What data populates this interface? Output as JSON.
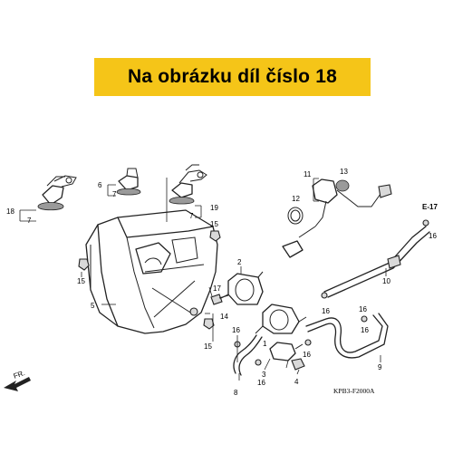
{
  "banner": {
    "text": "Na obrázku díl číslo 18",
    "background": "#f5c518"
  },
  "diagram_code": "KPB3-F2000A",
  "section_ref": "E-17",
  "front_marker": "FR.",
  "callouts": {
    "c1": "1",
    "c2": "2",
    "c3": "3",
    "c4": "4",
    "c5": "5",
    "c6": "6",
    "c7a": "7",
    "c7b": "7",
    "c7c": "7",
    "c8": "8",
    "c9": "9",
    "c10": "10",
    "c11": "11",
    "c12": "12",
    "c13": "13",
    "c14": "14",
    "c15a": "15",
    "c15b": "15",
    "c15c": "15",
    "c16a": "16",
    "c16b": "16",
    "c16c": "16",
    "c16d": "16",
    "c16e": "16",
    "c16f": "16",
    "c16g": "16",
    "c17": "17",
    "c18": "18",
    "c19": "19"
  }
}
